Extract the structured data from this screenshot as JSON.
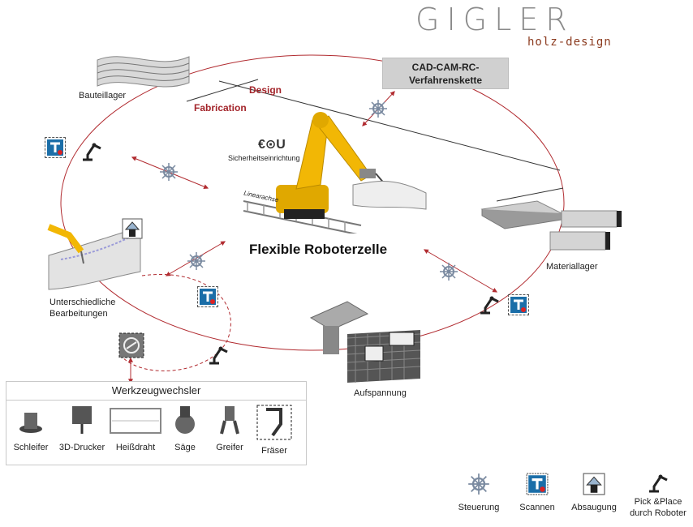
{
  "logo": {
    "name": "GIGLER",
    "tagline": "holz-design"
  },
  "process_box": {
    "line1": "CAD-CAM-RC-",
    "line2": "Verfahrenskette"
  },
  "phases": {
    "design": "Design",
    "fabrication": "Fabrication"
  },
  "center": {
    "title": "Flexible Roboterzelle",
    "safety_label": "Sicherheitseinrichtung",
    "axis_label": "Linearachse"
  },
  "stations": {
    "component_storage": "Bauteillager",
    "material_storage": "Materiallager",
    "machining_line1": "Unterschiedliche",
    "machining_line2": "Bearbeitungen",
    "clamping": "Aufspannung"
  },
  "tool_changer": {
    "title": "Werkzeugwechsler",
    "tools": [
      "Schleifer",
      "3D-Drucker",
      "Heißdraht",
      "Säge",
      "Greifer",
      "Fräser"
    ]
  },
  "legend": [
    {
      "line1": "Steuerung",
      "line2": "",
      "icon": "helm-icon"
    },
    {
      "line1": "Scannen",
      "line2": "",
      "icon": "scanner-icon"
    },
    {
      "line1": "Absaugung",
      "line2": "",
      "icon": "suction-icon"
    },
    {
      "line1": "Pick &Place",
      "line2": "durch Roboter",
      "icon": "robot-arm-icon"
    }
  ],
  "colors": {
    "accent_red": "#a3242a",
    "ellipse": "#b12b30",
    "robot_yellow": "#f2b705",
    "scan_blue": "#1b6ea8"
  }
}
